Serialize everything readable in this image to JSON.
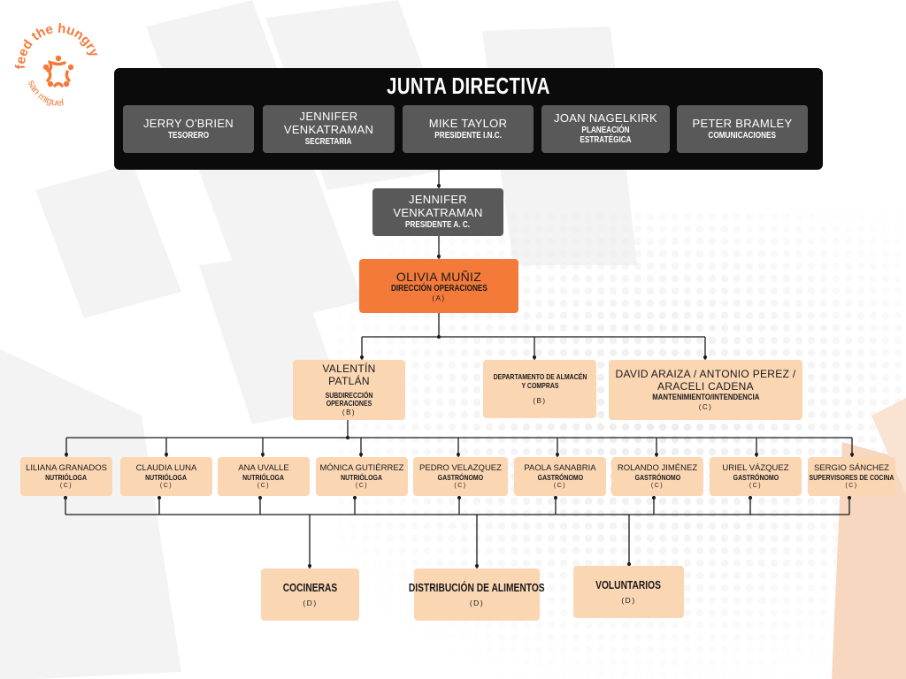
{
  "logo": {
    "top_text": "feed the hungry",
    "bottom_text": "san miguel",
    "color": "#f47a3a"
  },
  "colors": {
    "board": "#0b0b0b",
    "dark_box": "#595959",
    "accent": "#f47a3a",
    "peach_box": "#fbd6b3"
  },
  "board": {
    "title": "JUNTA DIRECTIVA",
    "members": [
      {
        "name": "JERRY O'BRIEN",
        "role": "TESORERO"
      },
      {
        "name": "JENNIFER VENKATRAMAN",
        "role": "SECRETARIA"
      },
      {
        "name": "MIKE TAYLOR",
        "role": "PRESIDENTE  I.N.C."
      },
      {
        "name": "JOAN NAGELKIRK",
        "role": "PLANEACIÓN ESTRATÉGICA"
      },
      {
        "name": "PETER BRAMLEY",
        "role": "COMUNICACIONES"
      }
    ]
  },
  "president": {
    "name": "JENNIFER VENKATRAMAN",
    "role": "PRESIDENTE A. C."
  },
  "director": {
    "name": "OLIVIA MUÑIZ",
    "role": "DIRECCIÓN OPERACIONES",
    "level": "(A)"
  },
  "level_b": [
    {
      "name": "VALENTÍN PATLÁN",
      "role": "SUBDIRECCIÓN OPERACIONES",
      "level": "(B)"
    },
    {
      "name": "",
      "role": "DEPARTAMENTO DE ALMACÉN Y COMPRAS",
      "level": "(B)"
    },
    {
      "name": "DAVID ARAIZA / ANTONIO PEREZ / ARACELI CADENA",
      "role": "MANTENIMIENTO/INTENDENCIA",
      "level": "(C)"
    }
  ],
  "staff": [
    {
      "name": "LILIANA GRANADOS",
      "role": "NUTRIÓLOGA",
      "level": "(C)"
    },
    {
      "name": "CLAUDIA LUNA",
      "role": "NUTRIÓLOGA",
      "level": "(C)"
    },
    {
      "name": "ANA UVALLE",
      "role": "NUTRIÓLOGA",
      "level": "(C)"
    },
    {
      "name": "MÓNICA GUTIÉRREZ",
      "role": "NUTRIÓLOGA",
      "level": "(C)"
    },
    {
      "name": "PEDRO VELAZQUEZ",
      "role": "GASTRÓNOMO",
      "level": "(C)"
    },
    {
      "name": "PAOLA SANABRIA",
      "role": "GASTRÓNOMO",
      "level": "(C)"
    },
    {
      "name": "ROLANDO JIMÉNEZ",
      "role": "GASTRÓNOMO",
      "level": "(C)"
    },
    {
      "name": "URIEL VÁZQUEZ",
      "role": "GASTRÓNOMO",
      "level": "(C)"
    },
    {
      "name": "SERGIO SÁNCHEZ",
      "role": "SUPERVISORES DE COCINA",
      "level": "(C)"
    }
  ],
  "level_d": [
    {
      "role": "COCINERAS",
      "level": "(D)"
    },
    {
      "role": "DISTRIBUCIÓN DE ALIMENTOS",
      "level": "(D)"
    },
    {
      "role": "VOLUNTARIOS",
      "level": "(D)"
    }
  ]
}
